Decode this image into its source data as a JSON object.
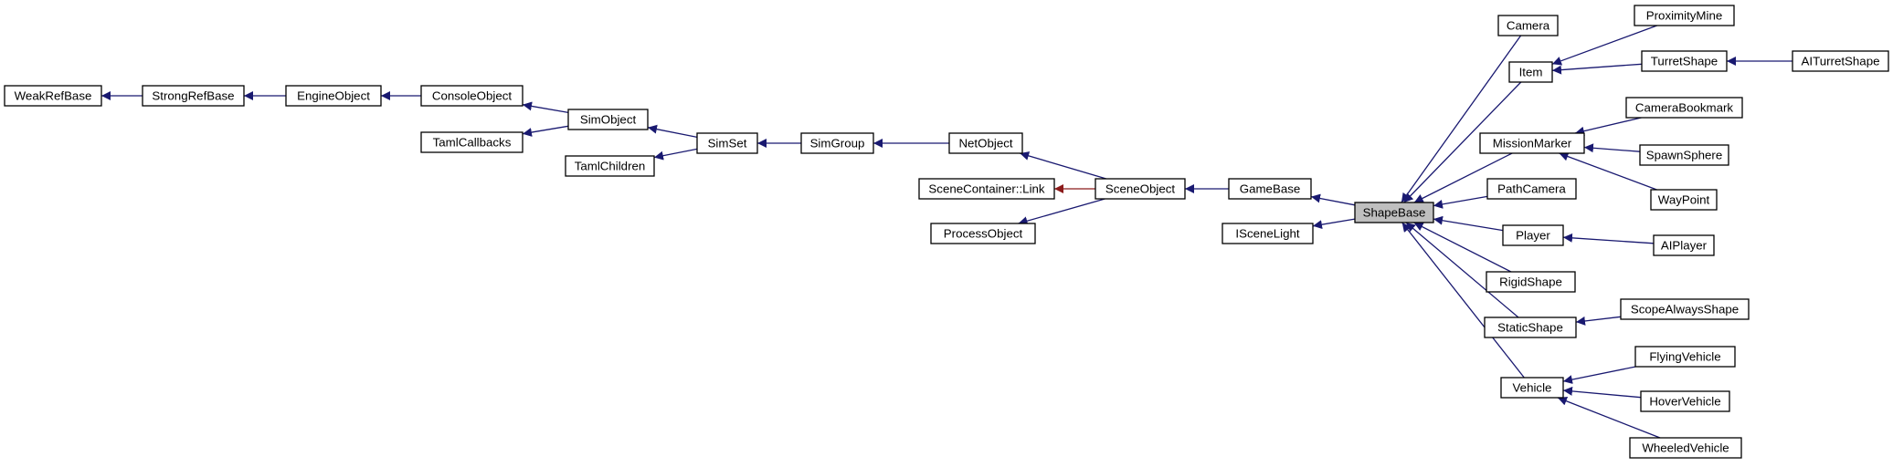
{
  "colors": {
    "edge_default": "#191970",
    "edge_usage": "#8b1a1a",
    "highlight_fill": "#bfbfbf"
  },
  "nodes": [
    {
      "id": "weakrefbase",
      "label": "WeakRefBase"
    },
    {
      "id": "strongrefbase",
      "label": "StrongRefBase"
    },
    {
      "id": "engineobject",
      "label": "EngineObject"
    },
    {
      "id": "consoleobject",
      "label": "ConsoleObject"
    },
    {
      "id": "tamlcallbacks",
      "label": "TamlCallbacks"
    },
    {
      "id": "simobject",
      "label": "SimObject"
    },
    {
      "id": "tamlchildren",
      "label": "TamlChildren"
    },
    {
      "id": "simset",
      "label": "SimSet"
    },
    {
      "id": "simgroup",
      "label": "SimGroup"
    },
    {
      "id": "netobject",
      "label": "NetObject"
    },
    {
      "id": "scenecontainerlink",
      "label": "SceneContainer::Link"
    },
    {
      "id": "processobject",
      "label": "ProcessObject"
    },
    {
      "id": "sceneobject",
      "label": "SceneObject"
    },
    {
      "id": "gamebase",
      "label": "GameBase"
    },
    {
      "id": "iscenelight",
      "label": "ISceneLight"
    },
    {
      "id": "shapebase",
      "label": "ShapeBase",
      "highlight": true
    },
    {
      "id": "camera",
      "label": "Camera"
    },
    {
      "id": "item",
      "label": "Item"
    },
    {
      "id": "missionmarker",
      "label": "MissionMarker"
    },
    {
      "id": "pathcamera",
      "label": "PathCamera"
    },
    {
      "id": "player",
      "label": "Player"
    },
    {
      "id": "rigidshape",
      "label": "RigidShape"
    },
    {
      "id": "staticshape",
      "label": "StaticShape"
    },
    {
      "id": "vehicle",
      "label": "Vehicle"
    },
    {
      "id": "proximitymine",
      "label": "ProximityMine"
    },
    {
      "id": "turretshape",
      "label": "TurretShape"
    },
    {
      "id": "aiturretshape",
      "label": "AITurretShape"
    },
    {
      "id": "camerabookmark",
      "label": "CameraBookmark"
    },
    {
      "id": "spawnsphere",
      "label": "SpawnSphere"
    },
    {
      "id": "waypoint",
      "label": "WayPoint"
    },
    {
      "id": "aiplayer",
      "label": "AIPlayer"
    },
    {
      "id": "scopealwaysshape",
      "label": "ScopeAlwaysShape"
    },
    {
      "id": "flyingvehicle",
      "label": "FlyingVehicle"
    },
    {
      "id": "hovervehicle",
      "label": "HoverVehicle"
    },
    {
      "id": "wheeledvehicle",
      "label": "WheeledVehicle"
    }
  ],
  "edges": [
    {
      "from": "strongrefbase",
      "to": "weakrefbase",
      "kind": "inherit"
    },
    {
      "from": "engineobject",
      "to": "strongrefbase",
      "kind": "inherit"
    },
    {
      "from": "consoleobject",
      "to": "engineobject",
      "kind": "inherit"
    },
    {
      "from": "simobject",
      "to": "consoleobject",
      "kind": "inherit"
    },
    {
      "from": "simobject",
      "to": "tamlcallbacks",
      "kind": "inherit"
    },
    {
      "from": "simset",
      "to": "simobject",
      "kind": "inherit"
    },
    {
      "from": "simset",
      "to": "tamlchildren",
      "kind": "inherit"
    },
    {
      "from": "simgroup",
      "to": "simset",
      "kind": "inherit"
    },
    {
      "from": "netobject",
      "to": "simgroup",
      "kind": "inherit"
    },
    {
      "from": "sceneobject",
      "to": "netobject",
      "kind": "inherit"
    },
    {
      "from": "sceneobject",
      "to": "scenecontainerlink",
      "kind": "usage"
    },
    {
      "from": "sceneobject",
      "to": "processobject",
      "kind": "inherit"
    },
    {
      "from": "gamebase",
      "to": "sceneobject",
      "kind": "inherit"
    },
    {
      "from": "shapebase",
      "to": "gamebase",
      "kind": "inherit"
    },
    {
      "from": "shapebase",
      "to": "iscenelight",
      "kind": "inherit"
    },
    {
      "from": "camera",
      "to": "shapebase",
      "kind": "inherit"
    },
    {
      "from": "item",
      "to": "shapebase",
      "kind": "inherit"
    },
    {
      "from": "missionmarker",
      "to": "shapebase",
      "kind": "inherit"
    },
    {
      "from": "pathcamera",
      "to": "shapebase",
      "kind": "inherit"
    },
    {
      "from": "player",
      "to": "shapebase",
      "kind": "inherit"
    },
    {
      "from": "rigidshape",
      "to": "shapebase",
      "kind": "inherit"
    },
    {
      "from": "staticshape",
      "to": "shapebase",
      "kind": "inherit"
    },
    {
      "from": "vehicle",
      "to": "shapebase",
      "kind": "inherit"
    },
    {
      "from": "proximitymine",
      "to": "item",
      "kind": "inherit"
    },
    {
      "from": "turretshape",
      "to": "item",
      "kind": "inherit"
    },
    {
      "from": "aiturretshape",
      "to": "turretshape",
      "kind": "inherit"
    },
    {
      "from": "camerabookmark",
      "to": "missionmarker",
      "kind": "inherit"
    },
    {
      "from": "spawnsphere",
      "to": "missionmarker",
      "kind": "inherit"
    },
    {
      "from": "waypoint",
      "to": "missionmarker",
      "kind": "inherit"
    },
    {
      "from": "aiplayer",
      "to": "player",
      "kind": "inherit"
    },
    {
      "from": "scopealwaysshape",
      "to": "staticshape",
      "kind": "inherit"
    },
    {
      "from": "flyingvehicle",
      "to": "vehicle",
      "kind": "inherit"
    },
    {
      "from": "hovervehicle",
      "to": "vehicle",
      "kind": "inherit"
    },
    {
      "from": "wheeledvehicle",
      "to": "vehicle",
      "kind": "inherit"
    }
  ]
}
